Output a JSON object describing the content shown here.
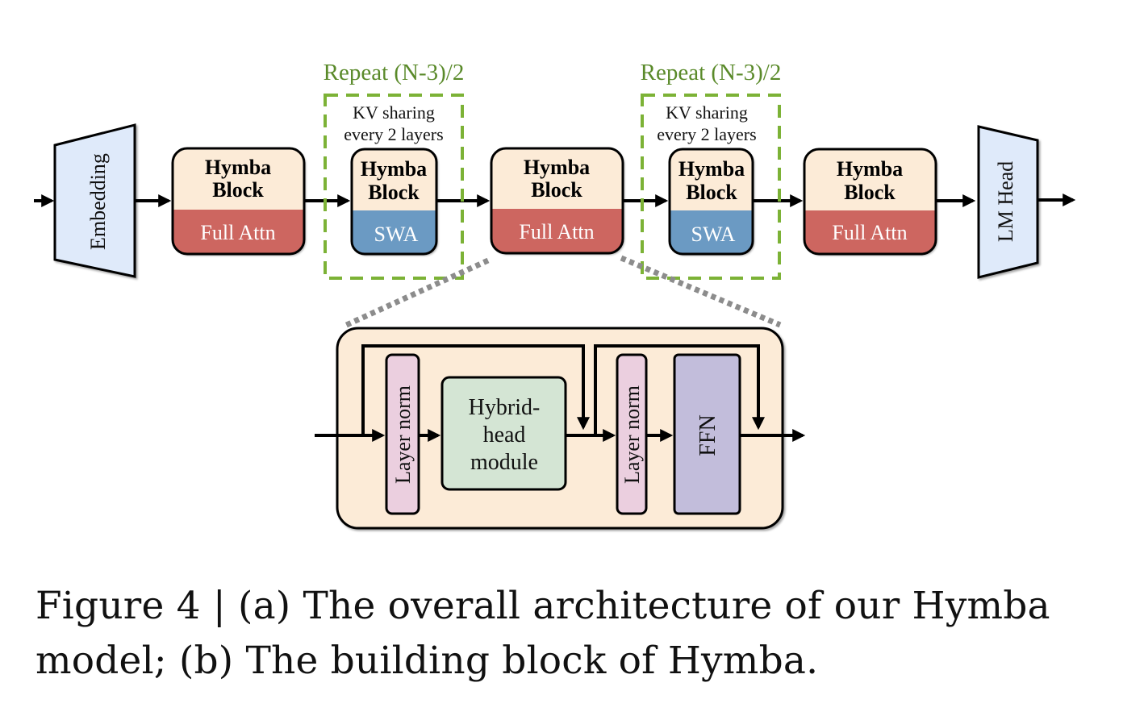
{
  "figure": {
    "domain": "architecture-diagram",
    "colors": {
      "embedding_fill": "#dfeafa",
      "block_top_fill": "#fcebd7",
      "full_attn_fill": "#cd6660",
      "swa_fill": "#6b9ac3",
      "repeat_green": "#7cb236",
      "repeat_text_green": "#5a8a2a",
      "inner_bg": "#fcebd7",
      "layer_norm_fill": "#ebcfdf",
      "hybrid_fill": "#d4e5d4",
      "ffn_fill": "#c2bddb",
      "connector_gray": "#8c8c8c"
    },
    "top_row": {
      "embedding_label": "Embedding",
      "lm_head_label": "LM Head",
      "blocks": [
        {
          "title_line1": "Hymba",
          "title_line2": "Block",
          "attention": "Full Attn",
          "kind": "full"
        },
        {
          "title_line1": "Hymba",
          "title_line2": "Block",
          "attention": "SWA",
          "kind": "swa"
        },
        {
          "title_line1": "Hymba",
          "title_line2": "Block",
          "attention": "Full Attn",
          "kind": "full"
        },
        {
          "title_line1": "Hymba",
          "title_line2": "Block",
          "attention": "SWA",
          "kind": "swa"
        },
        {
          "title_line1": "Hymba",
          "title_line2": "Block",
          "attention": "Full Attn",
          "kind": "full"
        }
      ],
      "repeat_groups": [
        {
          "label": "Repeat (N-3)/2",
          "note_line1": "KV sharing",
          "note_line2": "every 2 layers"
        },
        {
          "label": "Repeat (N-3)/2",
          "note_line1": "KV sharing",
          "note_line2": "every 2 layers"
        }
      ]
    },
    "building_block": {
      "layer_norm_1": "Layer norm",
      "hybrid_line1": "Hybrid-",
      "hybrid_line2": "head",
      "hybrid_line3": "module",
      "layer_norm_2": "Layer norm",
      "ffn": "FFN"
    },
    "caption": {
      "line1": "Figure 4 | (a) The overall architecture of our Hymba",
      "line2": "model; (b) The building block of Hymba."
    }
  }
}
